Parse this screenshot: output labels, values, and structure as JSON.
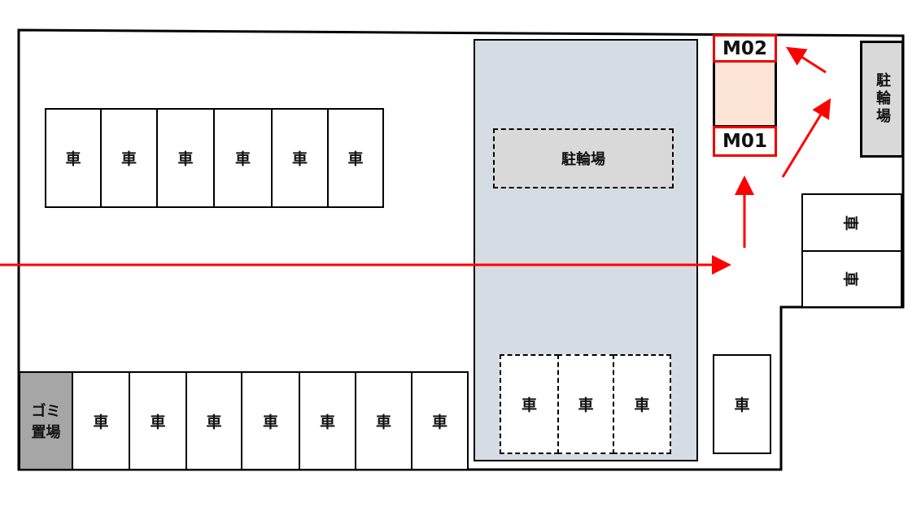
{
  "labels": {
    "car": "車",
    "bicycle_parking": "駐輪場",
    "garbage_line1": "ゴミ",
    "garbage_line2": "置場",
    "m01": "M01",
    "m02": "M02"
  },
  "colors": {
    "arrow": "#ff0000",
    "building": "#d6dce4",
    "bicycle": "#d9d9d9",
    "garbage": "#a6a6a6",
    "reserved": "#fce4d6"
  }
}
